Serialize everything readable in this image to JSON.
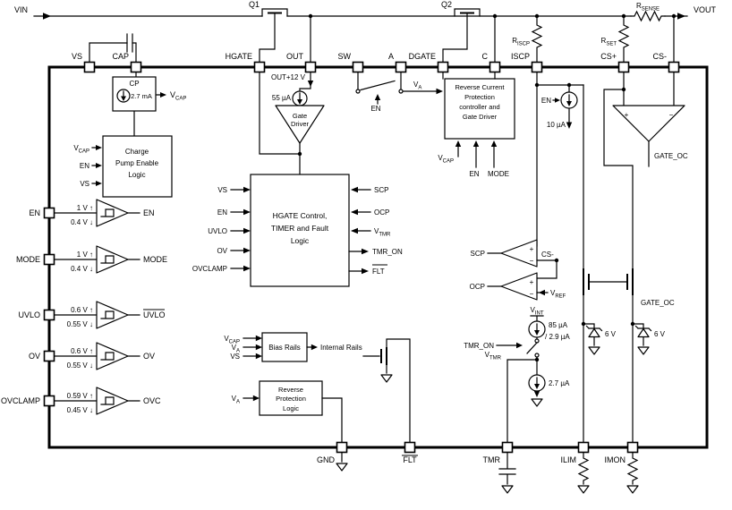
{
  "rails": {
    "vin": "VIN",
    "vout": "VOUT"
  },
  "transistors": {
    "q1": "Q1",
    "q2": "Q2"
  },
  "resistors": {
    "rsense": {
      "b": "R",
      "s": "SENSE"
    },
    "riscp": {
      "b": "R",
      "s": "ISCP"
    },
    "rset": {
      "b": "R",
      "s": "SET"
    }
  },
  "pins": {
    "top": [
      "VS",
      "CAP",
      "HGATE",
      "OUT",
      "SW",
      "A",
      "DGATE",
      "C",
      "ISCP",
      "CS+",
      "CS-"
    ],
    "left": [
      "EN",
      "MODE",
      "UVLO",
      "OV",
      "OVCLAMP"
    ],
    "bottom": [
      "GND",
      "FLT",
      "TMR",
      "ILIM",
      "IMON"
    ]
  },
  "sig": {
    "vcap": {
      "b": "V",
      "s": "CAP"
    },
    "va": {
      "b": "V",
      "s": "A"
    },
    "vtmr": {
      "b": "V",
      "s": "TMR"
    },
    "vref": {
      "b": "V",
      "s": "REF"
    },
    "vint": {
      "b": "V",
      "s": "INT"
    },
    "vs": "VS",
    "en": "EN",
    "mode": "MODE",
    "scp": "SCP",
    "ocp": "OCP",
    "csm": "CS-",
    "tmr_on": "TMR_ON",
    "flt": "FLT",
    "gate_oc": "GATE_OC",
    "internal_rails": "Internal Rails",
    "plus": "+",
    "minus": "−",
    "out12": "OUT+12 V"
  },
  "currents": {
    "i55": "55 µA",
    "i10": "10 µA",
    "icp": "2.7 mA",
    "i85": "85 µA",
    "i29": "/ 2.9 µA",
    "i27": "2.7 µA"
  },
  "zener": "6 V",
  "cp": "CP",
  "blocks": {
    "cpel": [
      "Charge",
      "Pump Enable",
      "Logic"
    ],
    "hgate": [
      "HGATE Control,",
      "TIMER and Fault",
      "Logic"
    ],
    "driver": [
      "Gate",
      "Driver"
    ],
    "rcp": [
      "Reverse Current",
      "Protection",
      "controller and",
      "Gate Driver"
    ],
    "bias": "Bias Rails",
    "rpl": [
      "Reverse",
      "Protection",
      "Logic"
    ]
  },
  "comparators": [
    {
      "rise": "1 V ↑",
      "fall": "0.4 V ↓",
      "out": "EN"
    },
    {
      "rise": "1 V ↑",
      "fall": "0.4 V ↓",
      "out": "MODE"
    },
    {
      "rise": "0.6 V ↑",
      "fall": "0.55 V ↓",
      "out": "UVLO"
    },
    {
      "rise": "0.6 V ↑",
      "fall": "0.55 V ↓",
      "out": "OV"
    },
    {
      "rise": "0.59 V ↑",
      "fall": "0.45 V ↓",
      "out": "OVC"
    }
  ]
}
